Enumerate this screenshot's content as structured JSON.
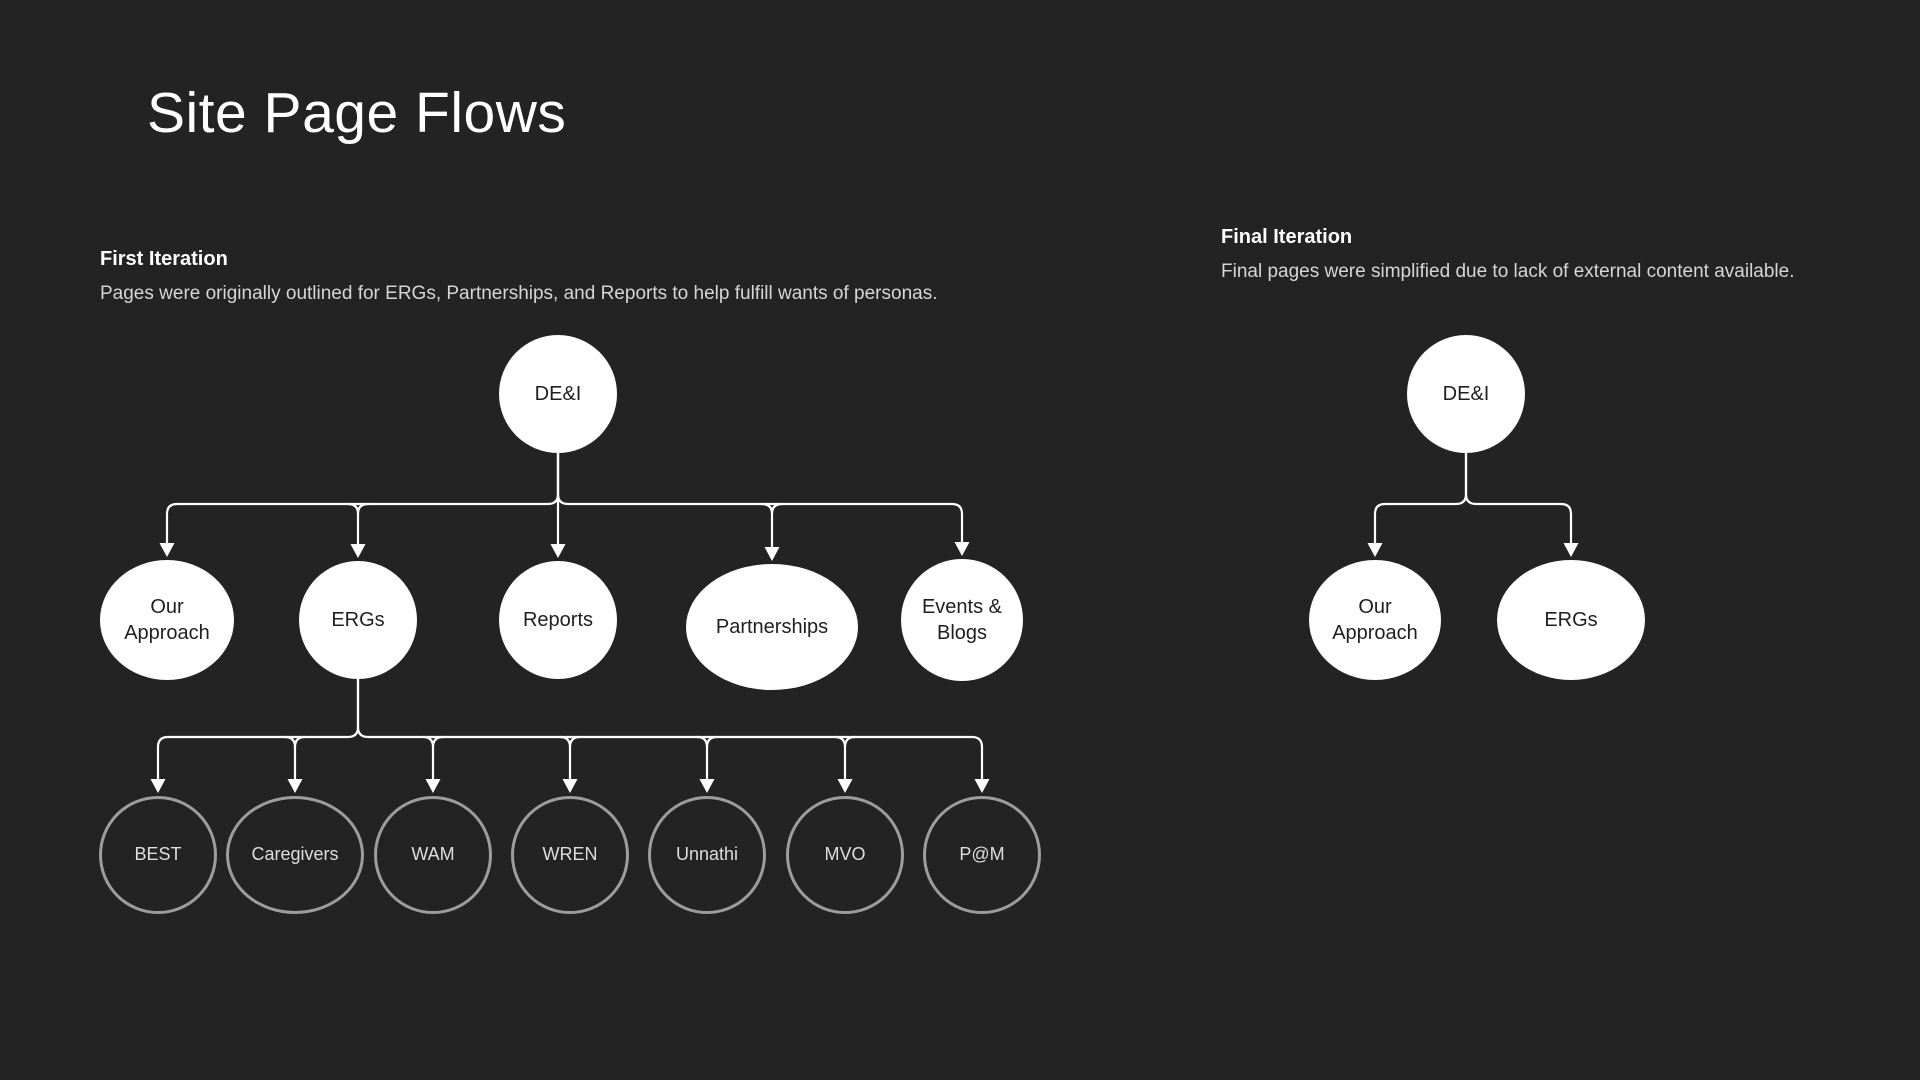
{
  "page": {
    "title": "Site Page Flows"
  },
  "colors": {
    "background": "#232323",
    "node_fill": "#ffffff",
    "node_text": "#1f1f1f",
    "connector": "#ffffff",
    "outline_node_border": "#9d9d9d",
    "outline_node_text": "#dedede"
  },
  "first_iteration": {
    "heading": "First Iteration",
    "description": "Pages were originally outlined for ERGs, Partnerships, and Reports to help fulfill wants of personas.",
    "root": {
      "label": "DE&I"
    },
    "level2": [
      {
        "label": "Our Approach"
      },
      {
        "label": "ERGs"
      },
      {
        "label": "Reports"
      },
      {
        "label": "Partnerships"
      },
      {
        "label": "Events & Blogs"
      }
    ],
    "erg_children": [
      {
        "label": "BEST"
      },
      {
        "label": "Caregivers"
      },
      {
        "label": "WAM"
      },
      {
        "label": "WREN"
      },
      {
        "label": "Unnathi"
      },
      {
        "label": "MVO"
      },
      {
        "label": "P@M"
      }
    ]
  },
  "final_iteration": {
    "heading": "Final Iteration",
    "description": "Final pages were simplified due to lack of external content available.",
    "root": {
      "label": "DE&I"
    },
    "level2": [
      {
        "label": "Our Approach"
      },
      {
        "label": "ERGs"
      }
    ]
  }
}
